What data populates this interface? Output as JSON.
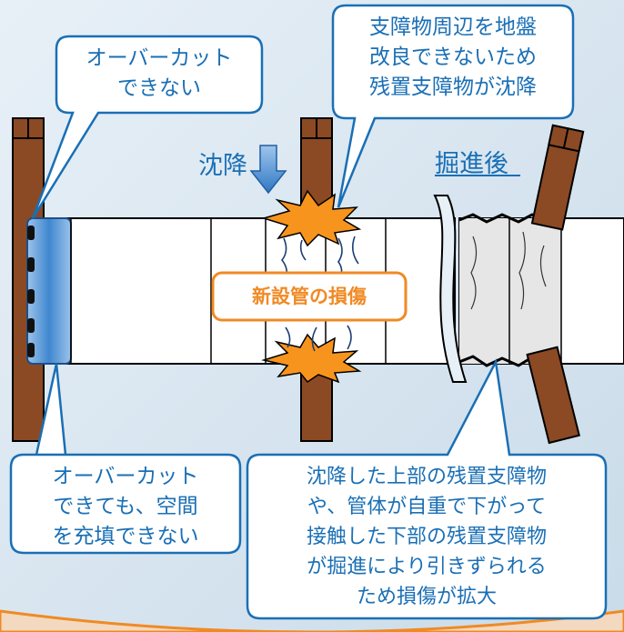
{
  "callouts": {
    "top_left": "オーバーカット\nできない",
    "top_right": "支障物周辺を地盤\n改良できないため\n残置支障物が沈降",
    "bottom_left": "オーバーカット\nできても、空間\nを充填できない",
    "bottom_right": "沈降した上部の残置支障物\nや、管体が自重で下がって\n接触した下部の残置支障物\nが掘進により引きずられる\nため損傷が拡大"
  },
  "labels": {
    "settlement": "沈降",
    "after_jacking": "掘進後",
    "damage": "新設管の損傷"
  },
  "colors": {
    "callout_border": "#1a6fb5",
    "callout_text": "#1a6fb5",
    "obstacle": "#8b4a24",
    "burst": "#f7941d",
    "damage_border": "#f08a24",
    "damage_text": "#f08a24",
    "arrow": "#3b82c4",
    "pipe": "#ffffff"
  }
}
